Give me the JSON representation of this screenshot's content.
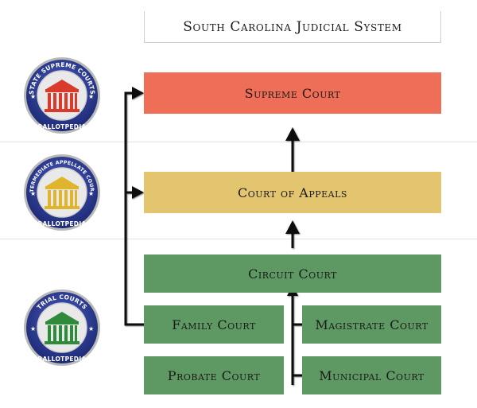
{
  "title": "South Carolina Judicial System",
  "courts": {
    "supreme": "Supreme Court",
    "appeals": "Court of Appeals",
    "circuit": "Circuit Court",
    "family": "Family Court",
    "magistrate": "Magistrate Court",
    "probate": "Probate Court",
    "municipal": "Municipal Court"
  },
  "badges": {
    "supreme": {
      "text": "STATE SUPREME COURTS",
      "footer": "BALLOTPEDIA",
      "color": "#d93a2b"
    },
    "appellate": {
      "text": "INTERMEDIATE APPELLATE COURTS",
      "footer": "BALLOTPEDIA",
      "color": "#e0b52e"
    },
    "trial": {
      "text": "TRIAL COURTS",
      "footer": "BALLOTPEDIA",
      "color": "#2f8a3a"
    }
  },
  "colors": {
    "supreme": "#ee6e58",
    "appeals": "#e3c46f",
    "trial": "#5e9963",
    "badge_ring": "#2b3a8f"
  }
}
